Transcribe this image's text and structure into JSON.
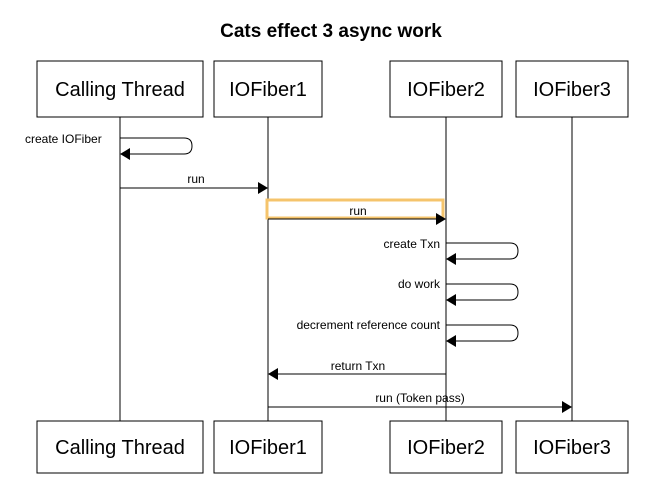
{
  "title": "Cats effect 3 async work",
  "participants": {
    "calling_thread": "Calling Thread",
    "iofiber1": "IOFiber1",
    "iofiber2": "IOFiber2",
    "iofiber3": "IOFiber3"
  },
  "messages": {
    "create_iofiber": "create IOFiber",
    "run_1": "run",
    "run_2": "run",
    "create_txn": "create Txn",
    "do_work": "do work",
    "decrement_ref": "decrement reference count",
    "return_txn": "return Txn",
    "run_token_pass": "run (Token pass)"
  },
  "colors": {
    "highlight": "#f5c46c"
  }
}
